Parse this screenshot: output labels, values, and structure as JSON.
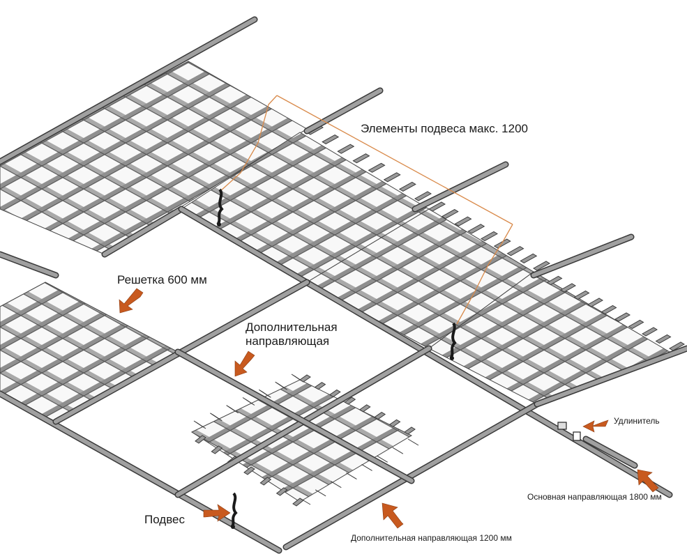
{
  "labels": {
    "suspension_elements": "Элементы подвеса макс. 1200",
    "grid_600": "Решетка 600 мм",
    "additional_guide_line1": "Дополнительная",
    "additional_guide_line2": "направляющая",
    "extender": "Удлинитель",
    "main_guide": "Основная направляющая 1800 мм",
    "hanger": "Подвес",
    "additional_guide_1200": "Дополнительная направляющая 1200 мм"
  },
  "colors": {
    "frame": "#9a9a9a",
    "frame_stroke": "#3a3a3a",
    "arrow": "#c85a1f",
    "dimension_line": "#d98a4a",
    "hanger": "#1a1a1a"
  },
  "icons": [
    "arrow-icon",
    "hanger-icon",
    "extender-icon"
  ]
}
